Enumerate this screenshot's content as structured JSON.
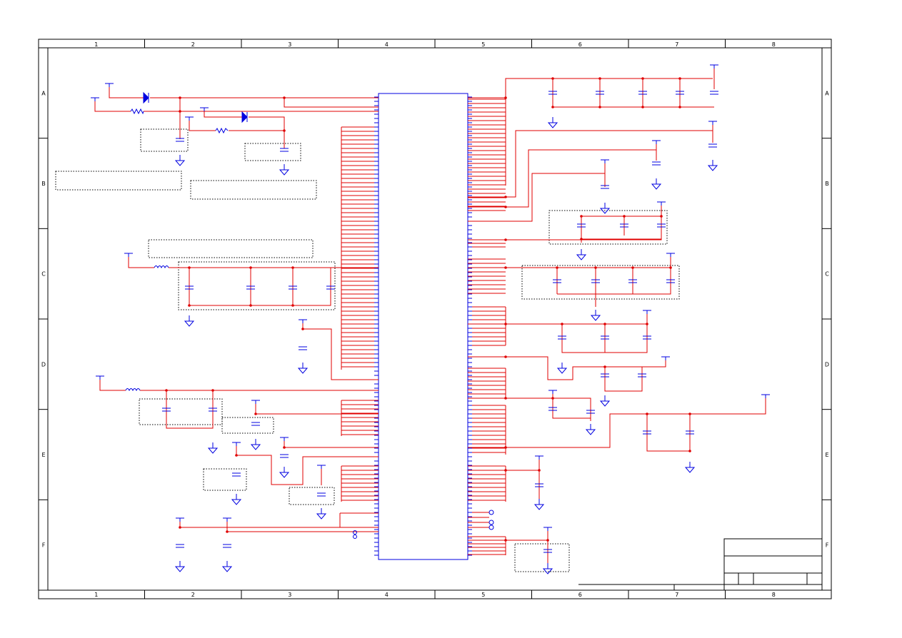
{
  "sheet": {
    "column_labels": [
      "1",
      "2",
      "3",
      "4",
      "5",
      "6",
      "7",
      "8"
    ],
    "row_labels": [
      "A",
      "B",
      "C",
      "D",
      "E",
      "F"
    ]
  },
  "colors": {
    "net": "#e00000",
    "component": "#0000e0",
    "frame": "#000000"
  },
  "components": {
    "main_ic": "ic-package",
    "capacitors": "capacitor-symbols",
    "grounds": "ground-symbols",
    "power": "power-rail-symbols",
    "inductors": "inductor-symbols",
    "resistors": "resistor-symbols",
    "diodes": "diode-symbols",
    "test_points": "test-point-symbols"
  }
}
